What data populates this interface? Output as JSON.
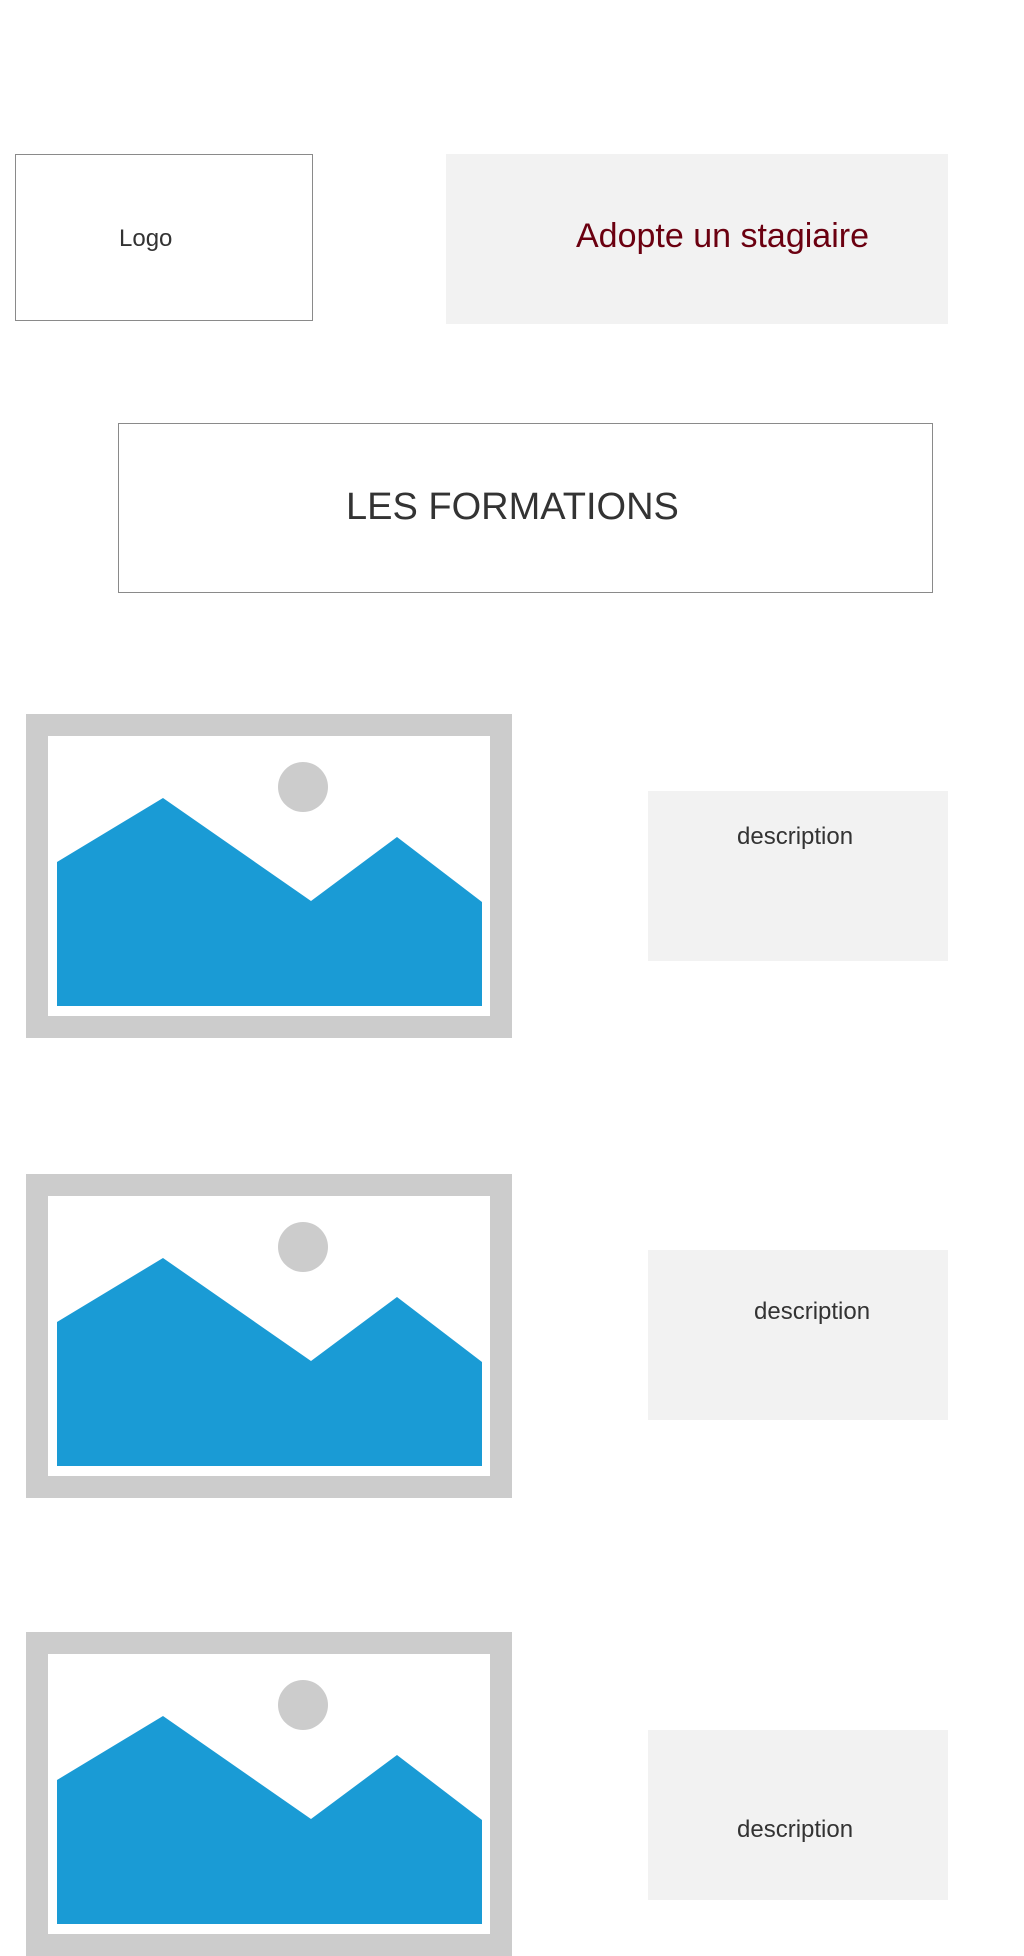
{
  "header": {
    "logo_label": "Logo",
    "brand_title": "Adopte un stagiaire"
  },
  "section": {
    "title": "LES FORMATIONS"
  },
  "formations": [
    {
      "image_icon": "image-placeholder-icon",
      "description": "description"
    },
    {
      "image_icon": "image-placeholder-icon",
      "description": "description"
    },
    {
      "image_icon": "image-placeholder-icon",
      "description": "description"
    }
  ],
  "colors": {
    "brand_text": "#6b0010",
    "panel_background": "#f2f2f2",
    "placeholder_frame": "#cccccc",
    "placeholder_mountains": "#1a9bd5"
  }
}
